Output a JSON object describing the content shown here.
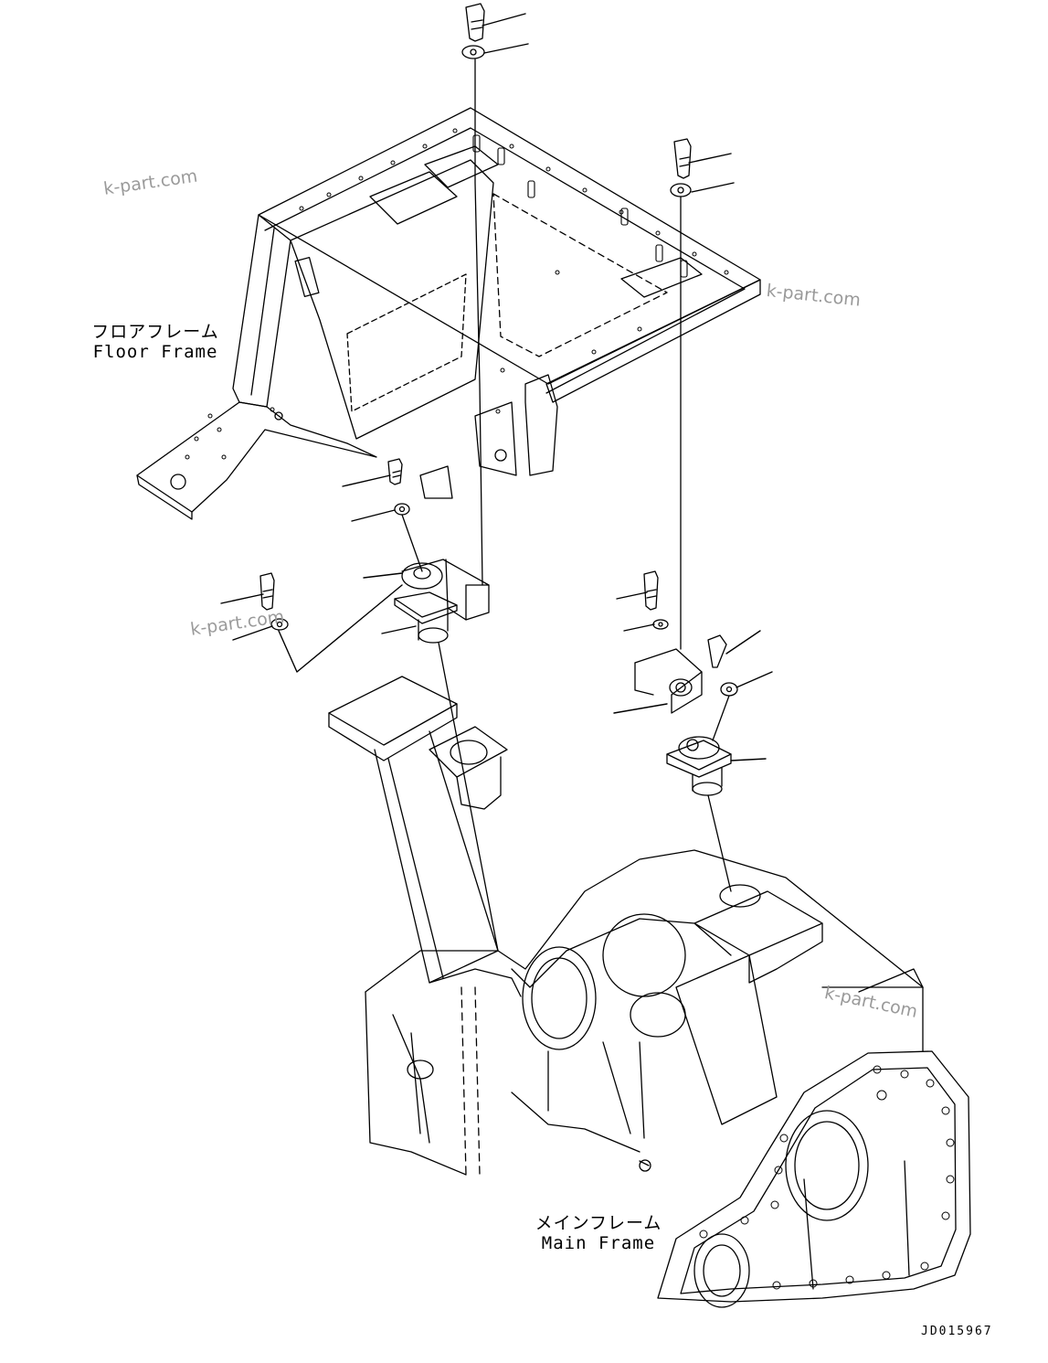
{
  "labels": {
    "floor_frame_jp": "フロアフレーム",
    "floor_frame_en": "Floor Frame",
    "main_frame_jp": "メインフレーム",
    "main_frame_en": "Main Frame"
  },
  "drawing_code": "JD015967",
  "watermarks": [
    "k-part.com",
    "k-part.com",
    "k-part.com",
    "k-part.com"
  ],
  "colors": {
    "line": "#000000",
    "watermark": "#9a9a9a",
    "background": "#ffffff"
  }
}
